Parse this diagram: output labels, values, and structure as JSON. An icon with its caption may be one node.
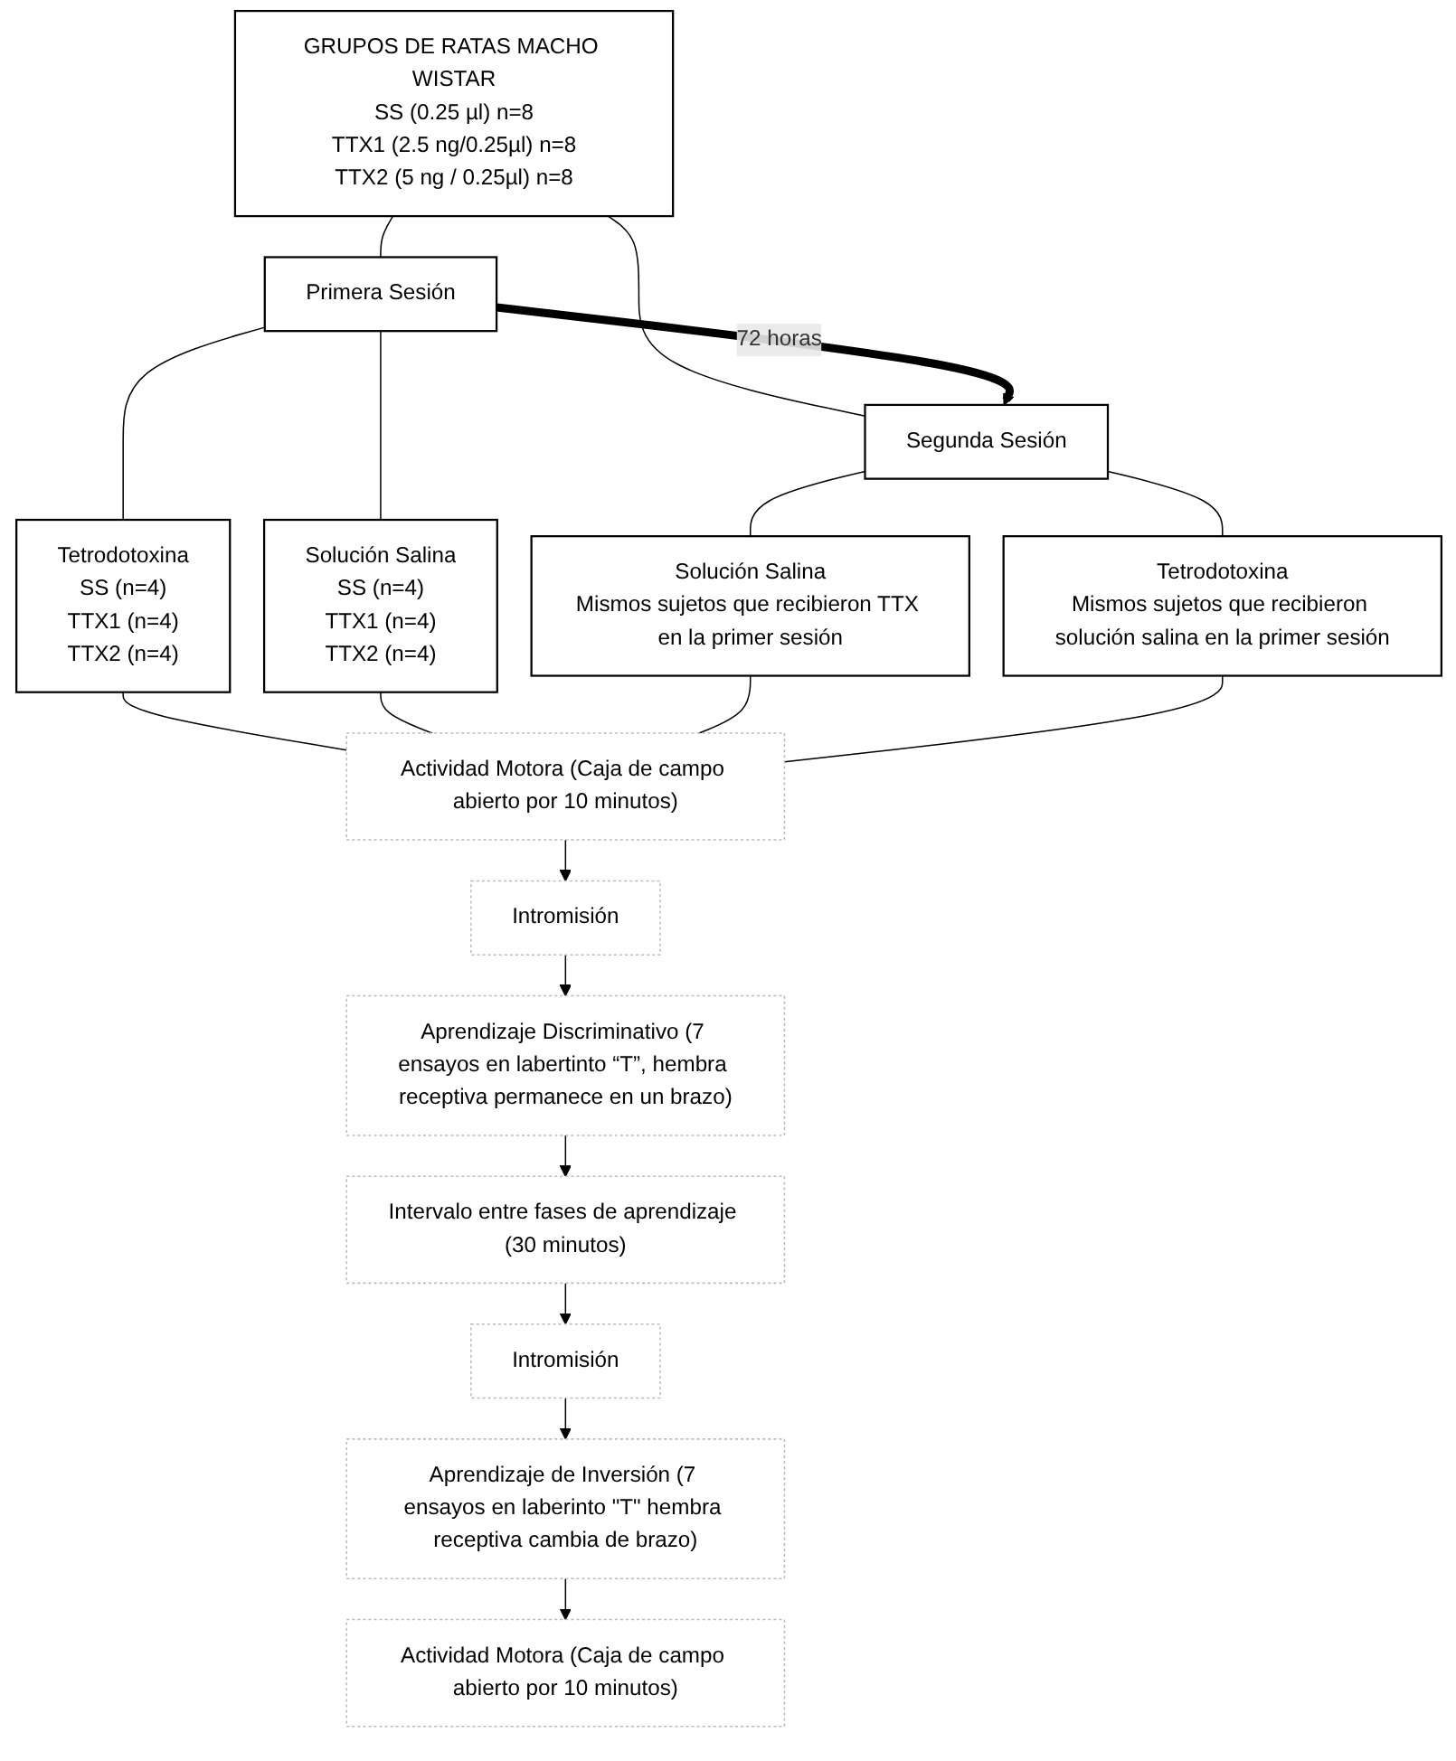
{
  "diagram": {
    "nodes": [
      {
        "text": [
          "GRUPOS DE RATAS MACHO WISTAR",
          "SS (0.25 µl) n=8",
          "TTX1 (2.5 ng/0.25µl) n=8",
          "TTX2 (5 ng / 0.25µl) n=8"
        ]
      },
      {
        "text": [
          "Primera Sesión"
        ]
      },
      {
        "text": [
          "Segunda Sesión"
        ]
      },
      {
        "text": [
          "Tetrodotoxina",
          "SS (n=4)",
          "TTX1 (n=4)",
          "TTX2 (n=4)"
        ]
      },
      {
        "text": [
          "Solución Salina",
          "SS (n=4)",
          "TTX1 (n=4)",
          "TTX2 (n=4)"
        ]
      },
      {
        "text": [
          "Solución Salina",
          "Mismos sujetos que recibieron TTX en la primer sesión"
        ]
      },
      {
        "text": [
          "Tetrodotoxina",
          "Mismos sujetos que recibieron solución salina en la primer sesión"
        ]
      },
      {
        "text": [
          "Actividad Motora (Caja de campo abierto por 10 minutos)"
        ]
      },
      {
        "text": [
          "Intromisión"
        ]
      },
      {
        "text": [
          "Aprendizaje Discriminativo (7 ensayos en labertinto “T”, hembra receptiva permanece en un brazo)"
        ]
      },
      {
        "text": [
          "Intervalo entre fases de aprendizaje (30 minutos)"
        ]
      },
      {
        "text": [
          "Intromisión"
        ]
      },
      {
        "text": [
          "Aprendizaje de Inversión (7 ensayos en laberinto \"T\" hembra receptiva cambia de brazo)"
        ]
      },
      {
        "text": [
          "Actividad Motora (Caja de campo abierto por 10 minutos)"
        ]
      }
    ],
    "edges": [
      {
        "from": 0,
        "to": 1,
        "arrow": "none"
      },
      {
        "from": 0,
        "to": 2,
        "arrow": "none"
      },
      {
        "from": 1,
        "to": 2,
        "label": "72 horas",
        "arrow": "to",
        "style": "thick"
      },
      {
        "from": 1,
        "to": 3,
        "arrow": "none"
      },
      {
        "from": 1,
        "to": 4,
        "arrow": "none"
      },
      {
        "from": 2,
        "to": 5,
        "arrow": "none"
      },
      {
        "from": 2,
        "to": 6,
        "arrow": "none"
      },
      {
        "from": 3,
        "to": 7,
        "arrow": "none"
      },
      {
        "from": 4,
        "to": 7,
        "arrow": "none"
      },
      {
        "from": 5,
        "to": 7,
        "arrow": "none"
      },
      {
        "from": 6,
        "to": 7,
        "arrow": "none"
      },
      {
        "from": 7,
        "to": 8,
        "arrow": "to"
      },
      {
        "from": 8,
        "to": 9,
        "arrow": "to"
      },
      {
        "from": 9,
        "to": 10,
        "arrow": "to"
      },
      {
        "from": 10,
        "to": 11,
        "arrow": "to"
      },
      {
        "from": 11,
        "to": 12,
        "arrow": "to"
      },
      {
        "from": 12,
        "to": 13,
        "arrow": "to"
      }
    ]
  }
}
